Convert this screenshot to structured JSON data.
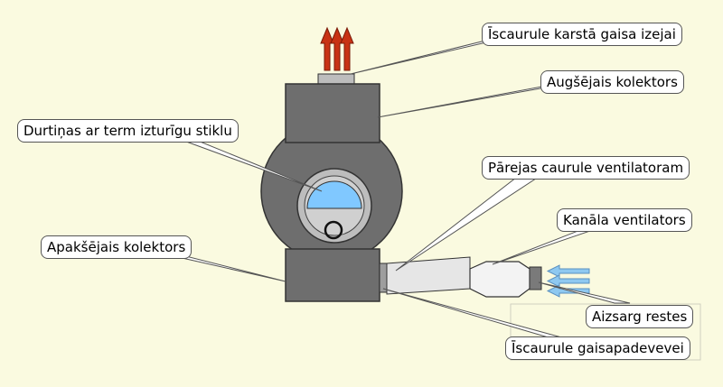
{
  "labels": {
    "hot_air_outlet": "Īscaurule karstā gaisa izejai",
    "upper_collector": "Augšējais kolektors",
    "door_glass": "Durtiņas ar term izturīgu stiklu",
    "transition_pipe": "Pārejas caurule ventilatoram",
    "duct_fan": "Kanāla ventilators",
    "lower_collector": "Apakšējais kolektors",
    "guard_grid": "Aizsarg restes",
    "air_intake_pipe": "Īscaurule gaisapadevevei"
  },
  "colors": {
    "background": "#fafae0",
    "body_gray": "#6e6e6e",
    "dark_gray": "#5e5e5e",
    "light_gray": "#d8d8d8",
    "glass_blue": "#80c8ff",
    "hot_arrow": "#c83214",
    "cold_arrow": "#8ec8f0"
  }
}
